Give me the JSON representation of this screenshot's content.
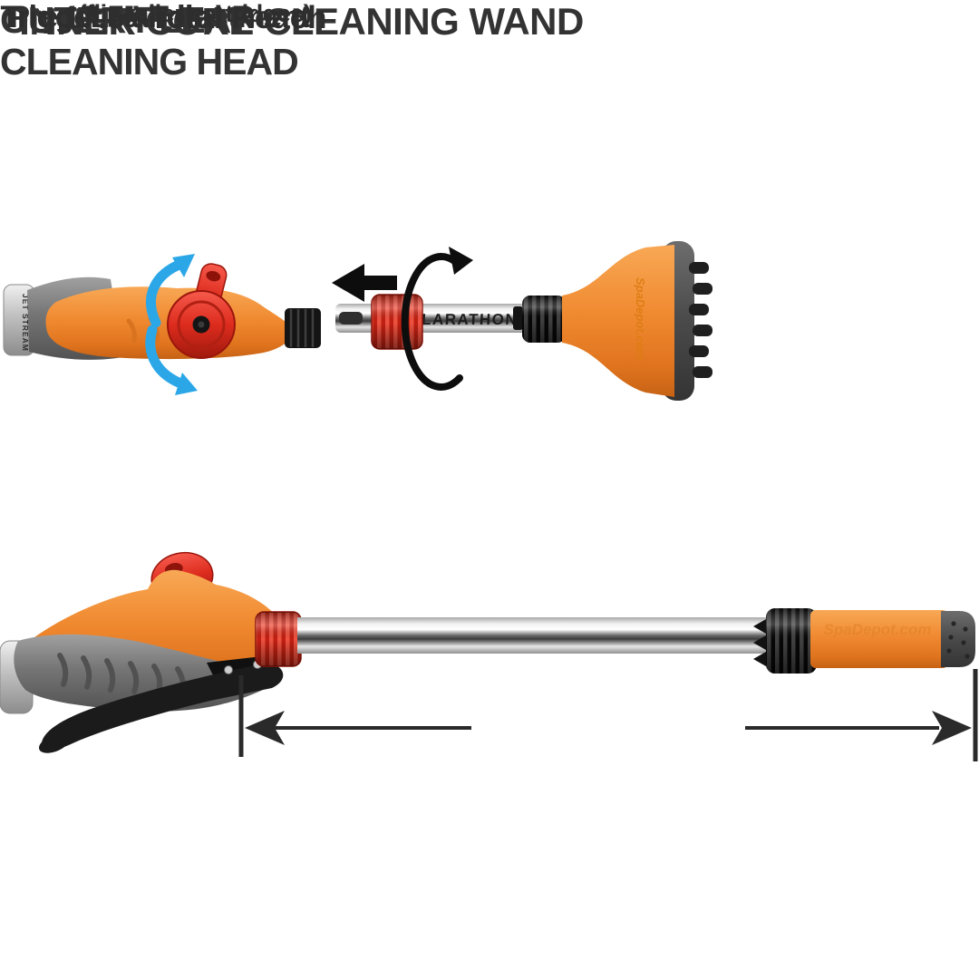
{
  "colors": {
    "orange": "#F0872E",
    "red": "#DD2B1E",
    "blue_arrow": "#2BA7E8",
    "text_dark": "#2E2E2E",
    "gray_grip": "#6F6F6F",
    "black_part": "#1A1A1A",
    "brand_orange": "#DD7C12",
    "background": "#FFFFFF"
  },
  "top_left": {
    "label": "Pressure Adjustment",
    "ring_text": "JET STREAM"
  },
  "top_middle": {
    "shaft_text": "CLARATHON",
    "bell_text": "SpaDepot.com"
  },
  "top_right": {
    "line1": "OUTER PLEAT",
    "line2": "CLEANING HEAD"
  },
  "bottom": {
    "title": "INNER CORE CLEANING WAND",
    "trigger_label": "Trigger Handle",
    "reach": "17.5” Total Reach",
    "reach_note": "(flip taller cartridges)",
    "cartridge_text": "SpaDepot.com"
  }
}
